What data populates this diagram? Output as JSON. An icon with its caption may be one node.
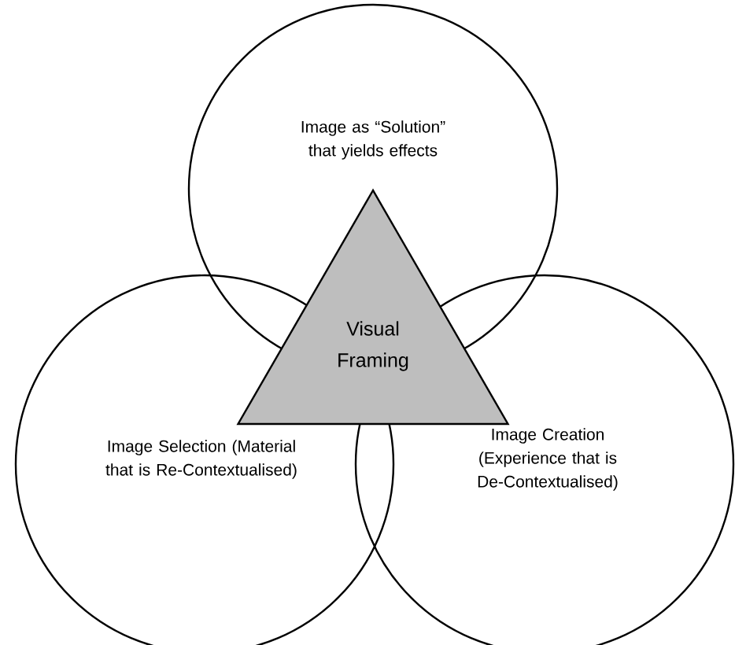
{
  "diagram": {
    "nodes": [
      {
        "text": [
          "Image as “Solution” that yields effects"
        ]
      },
      {
        "text": [
          "Image Selection (Material that is Re-Contextualised)"
        ]
      },
      {
        "text": [
          "Image Creation (Experience that is De-Contextualised)"
        ]
      },
      {
        "text": [
          "Visual Framing"
        ]
      }
    ],
    "edges": []
  }
}
